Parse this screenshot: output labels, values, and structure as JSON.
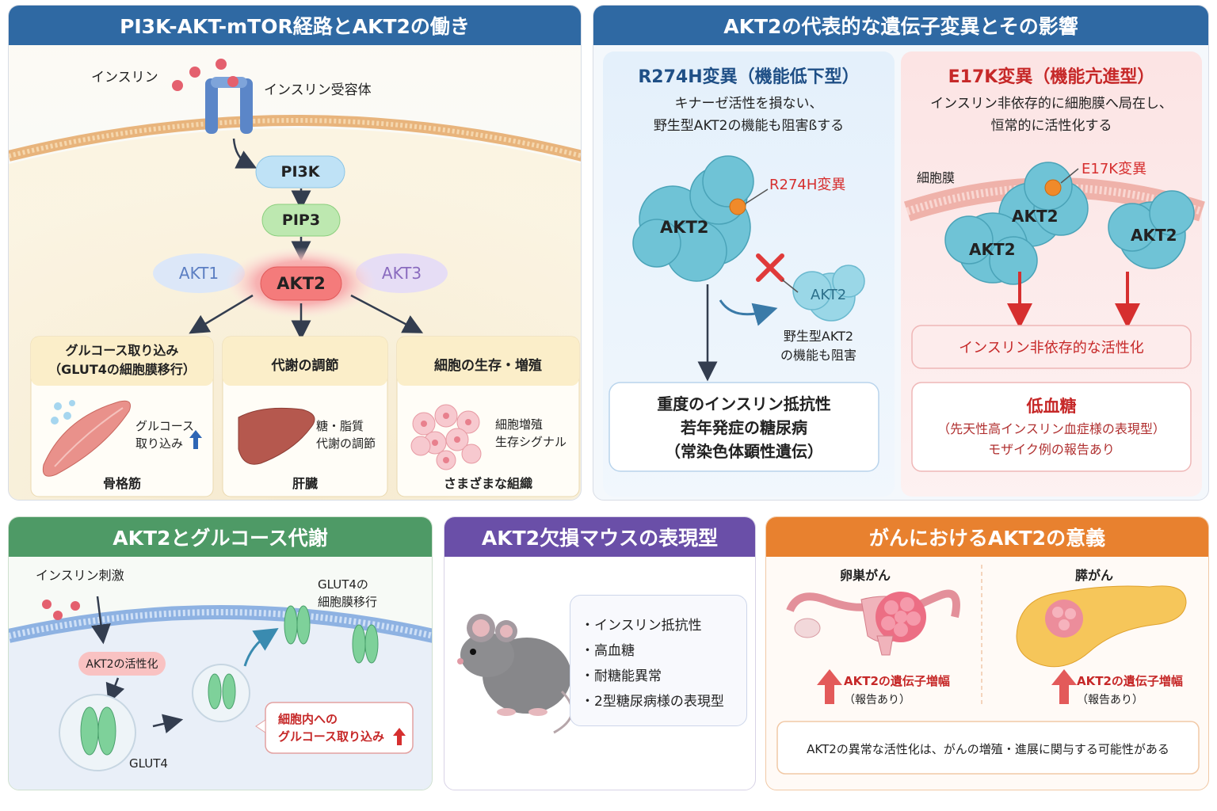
{
  "colors": {
    "blue_header": "#2f69a3",
    "green_header": "#4e9a66",
    "purple_header": "#6a4fa8",
    "orange_header": "#e8812f",
    "accent_red": "#d62f2f"
  },
  "pathway": {
    "title": "PI3K-AKT-mTOR経路とAKT2の働き",
    "insulin_label": "インスリン",
    "receptor_label": "インスリン受容体",
    "pi3k": "PI3K",
    "pip3": "PIP3",
    "akt1": "AKT1",
    "akt2": "AKT2",
    "akt3": "AKT3",
    "cards": [
      {
        "title": "グルコース取り込み\n（GLUT4の細胞膜移行）",
        "note": "グルコース\n取り込み",
        "tissue": "骨格筋",
        "icon": "muscle-icon"
      },
      {
        "title": "代謝の調節",
        "note": "糖・脂質\n代謝の調節",
        "tissue": "肝臓",
        "icon": "liver-icon"
      },
      {
        "title": "細胞の生存・増殖",
        "note": "細胞増殖\n生存シグナル",
        "tissue": "さまざまな組織",
        "icon": "cells-icon"
      }
    ]
  },
  "mutations": {
    "title": "AKT2の代表的な遺伝子変異とその影響",
    "r274h": {
      "title": "R274H変異（機能低下型）",
      "desc": "キナーゼ活性を損ない、\n野生型AKT2の機能も阻害ßする",
      "mutation_label": "R274H変異",
      "protein_label": "AKT2",
      "wild_label": "AKT2",
      "wild_note": "野生型AKT2\nの機能も阻害",
      "result": "重度のインスリン抵抗性\n若年発症の糖尿病\n（常染色体顕性遺伝）"
    },
    "e17k": {
      "title": "E17K変異（機能亢進型）",
      "desc": "インスリン非依存的に細胞膜へ局在し、\n恒常的に活性化する",
      "membrane_label": "細胞膜",
      "mutation_label": "E17K変異",
      "protein_labels": [
        "AKT2",
        "AKT2",
        "AKT2"
      ],
      "effect": "インスリン非依存的な活性化",
      "result_title": "低血糖",
      "result_sub": "（先天性高インスリン血症様の表現型）\nモザイク例の報告あり"
    }
  },
  "glucose": {
    "title": "AKT2とグルコース代謝",
    "stimulus": "インスリン刺激",
    "glut4_move": "GLUT4の\n細胞膜移行",
    "activation": "AKT2の活性化",
    "glut4": "GLUT4",
    "uptake": "細胞内への\nグルコース取り込み"
  },
  "mouse": {
    "title": "AKT2欠損マウスの表現型",
    "items": [
      "・インスリン抵抗性",
      "・高血糖",
      "・耐糖能異常",
      "・2型糖尿病様の表現型"
    ]
  },
  "cancer": {
    "title": "がんにおけるAKT2の意義",
    "ovary": {
      "label": "卵巣がん",
      "amp": "AKT2の遺伝子増幅",
      "note": "（報告あり）"
    },
    "pancreas": {
      "label": "膵がん",
      "amp": "AKT2の遺伝子増幅",
      "note": "（報告あり）"
    },
    "summary": "AKT2の異常な活性化は、がんの増殖・進展に関与する可能性がある"
  }
}
